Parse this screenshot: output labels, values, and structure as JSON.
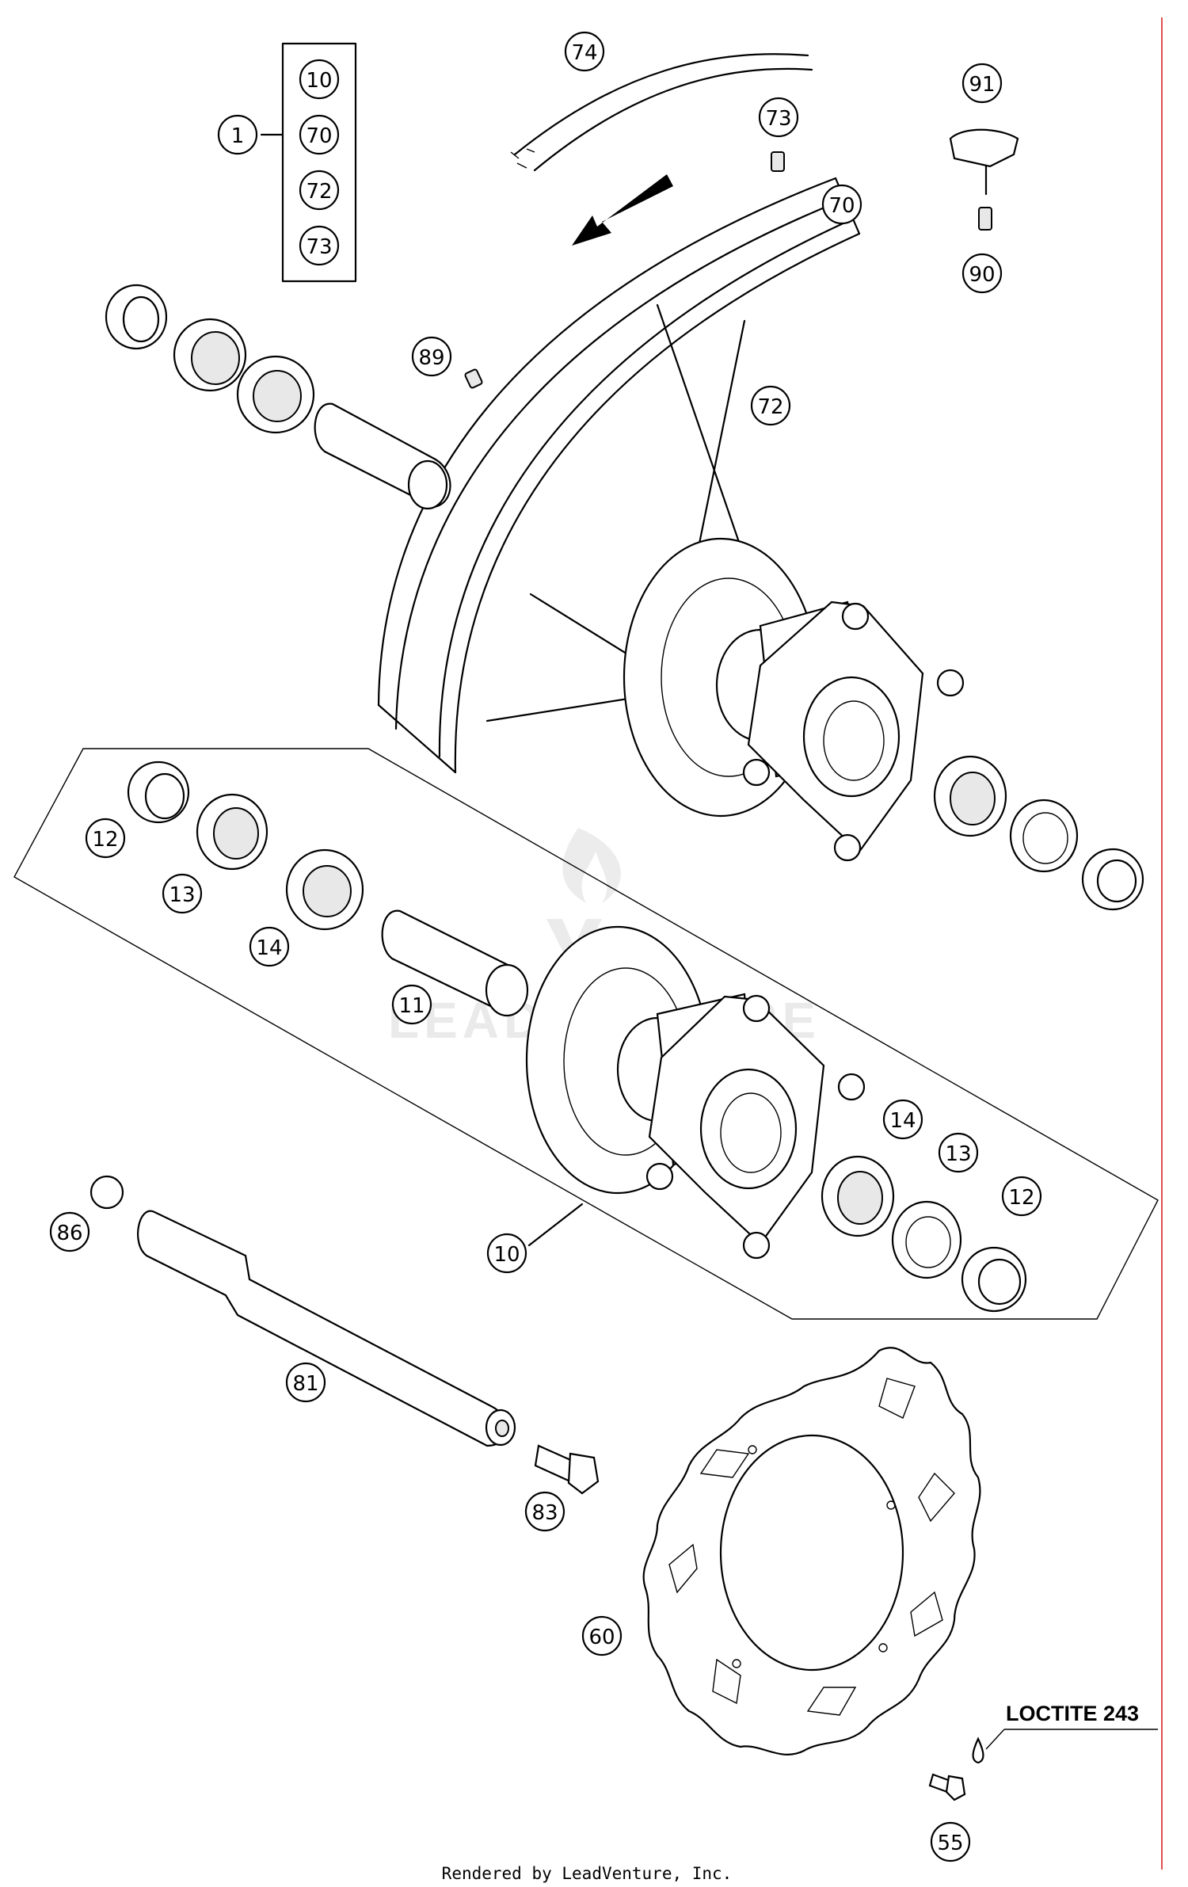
{
  "diagram": {
    "callouts": {
      "c1": "1",
      "c10_group": "10",
      "c70_group": "70",
      "c72_group": "72",
      "c73_group": "73",
      "c74": "74",
      "c73": "73",
      "c91": "91",
      "c90": "90",
      "c70": "70",
      "c89": "89",
      "c72": "72",
      "c12a": "12",
      "c13a": "13",
      "c14a": "14",
      "c11": "11",
      "c14b": "14",
      "c13b": "13",
      "c12b": "12",
      "c86": "86",
      "c10": "10",
      "c81": "81",
      "c83": "83",
      "c60": "60",
      "c55": "55"
    },
    "note": "LOCTITE 243",
    "footer": "Rendered by LeadVenture, Inc.",
    "watermark": "LEADVENTURE",
    "accent_line_color": "#e05050"
  }
}
